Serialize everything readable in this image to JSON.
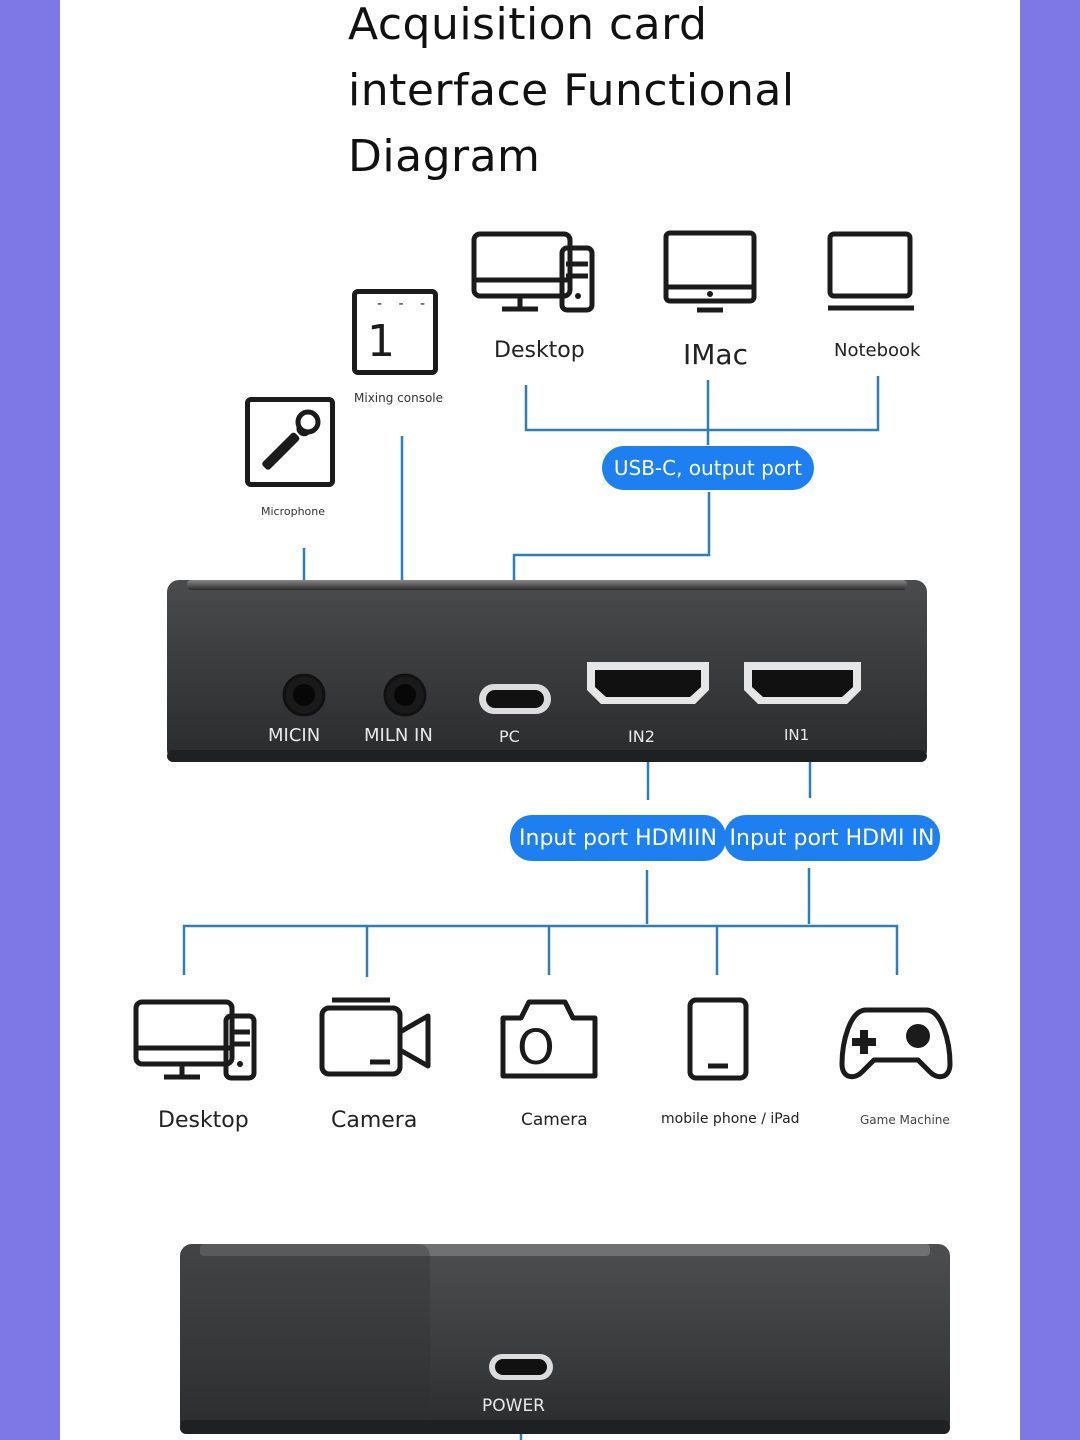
{
  "title": {
    "line1": "Acquisition card",
    "line2": "interface Functional",
    "line3": "Diagram"
  },
  "outputs": {
    "desktop": "Desktop",
    "imac": "IMac",
    "notebook": "Notebook"
  },
  "audio_sources": {
    "mixing_console": "Mixing console",
    "mixing_console_digit": "1",
    "microphone": "Microphone"
  },
  "pills": {
    "usb_output": "USB-C, output port",
    "hdmi_in_2": "Input port HDMIIN",
    "hdmi_in_1": "Input port HDMI IN"
  },
  "ports": {
    "mic_in": "MICIN",
    "line_in": "MILN IN",
    "pc": "PC",
    "in2": "IN2",
    "in1": "IN1",
    "power": "POWER"
  },
  "inputs": {
    "desktop": "Desktop",
    "camera_video": "Camera",
    "camera_photo": "Camera",
    "camera_photo_glyph": "O",
    "mobile": "mobile phone / iPad",
    "game": "Game Machine"
  },
  "colors": {
    "accent_blue": "#1e7ff0",
    "line_blue": "#2f7fb6",
    "frame_purple": "#7d78e6",
    "device_body": "#3a3b3d"
  }
}
